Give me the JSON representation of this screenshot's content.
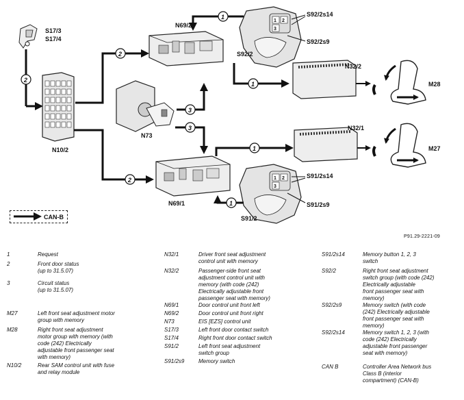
{
  "diagram": {
    "components": {
      "s17": "S17/3\nS17/4",
      "n10_2": "N10/2",
      "n69_2": "N69/2",
      "n69_1": "N69/1",
      "n73": "N73",
      "n32_2": "N32/2",
      "n32_1": "N32/1",
      "m28": "M28",
      "m27": "M27",
      "s92_2": "S92/2",
      "s92_2s14": "S92/2s14",
      "s92_2s9": "S92/2s9",
      "s91_2": "S91/2",
      "s91_2s14": "S91/2s14",
      "s91_2s9": "S91/2s9"
    },
    "circle_numbers": {
      "one": "1",
      "two": "2",
      "three": "3"
    },
    "canb_label": "CAN-B",
    "switch_digits": [
      "1",
      "2",
      "3"
    ],
    "reference": "P91.29-2221-09"
  },
  "legend": {
    "col1": [
      {
        "key": "1",
        "text": "Request"
      },
      {
        "key": "2",
        "text": "Front door status\n(up to 31.5.07)"
      },
      {
        "key": "3",
        "text": "Circuit status\n(up to 31.5.07)"
      },
      {
        "key": "M27",
        "text": "Left front seat adjustment motor\ngroup with memory"
      },
      {
        "key": "M28",
        "text": "Right front seat adjustment\nmotor group with memory (with\ncode (242) Electrically\nadjustable front passenger seat\nwith memory)"
      },
      {
        "key": "N10/2",
        "text": "Rear SAM control unit with fuse\nand relay module"
      }
    ],
    "col2": [
      {
        "key": "N32/1",
        "text": "Driver front seat adjustment\ncontrol unit with memory"
      },
      {
        "key": "N32/2",
        "text": "Passenger-side front seat\nadjustment control unit with\nmemory (with code (242)\nElectrically adjustable front\npassenger seat with memory)"
      },
      {
        "key": "N69/1",
        "text": "Door control unit front left"
      },
      {
        "key": "N69/2",
        "text": "Door control unit front right"
      },
      {
        "key": "N73",
        "text": "EIS [EZS] control unit"
      },
      {
        "key": "S17/3",
        "text": "Left front door contact switch"
      },
      {
        "key": "S17/4",
        "text": "Right front door contact switch"
      },
      {
        "key": "S91/2",
        "text": "Left front seat adjustment\nswitch group"
      },
      {
        "key": "S91/2s9",
        "text": "Memory switch"
      }
    ],
    "col3": [
      {
        "key": "S91/2s14",
        "text": "Memory button 1, 2, 3\nswitch"
      },
      {
        "key": "S92/2",
        "text": "Right front seat adjustment\nswitch group (with code (242)\nElectrically adjustable\nfront passenger seat with\nmemory)"
      },
      {
        "key": "S92/2s9",
        "text": "Memory switch (with code\n(242) Electrically adjustable\nfront passenger seat with\nmemory)"
      },
      {
        "key": "S92/2s14",
        "text": "Memory switch 1, 2, 3 (with\ncode (242) Electrically\nadjustable front passenger\nseat with memory)"
      },
      {
        "key": "CAN B",
        "text": "Controller Area Network bus\nClass B (interior\ncompartment) (CAN-B)"
      }
    ]
  }
}
